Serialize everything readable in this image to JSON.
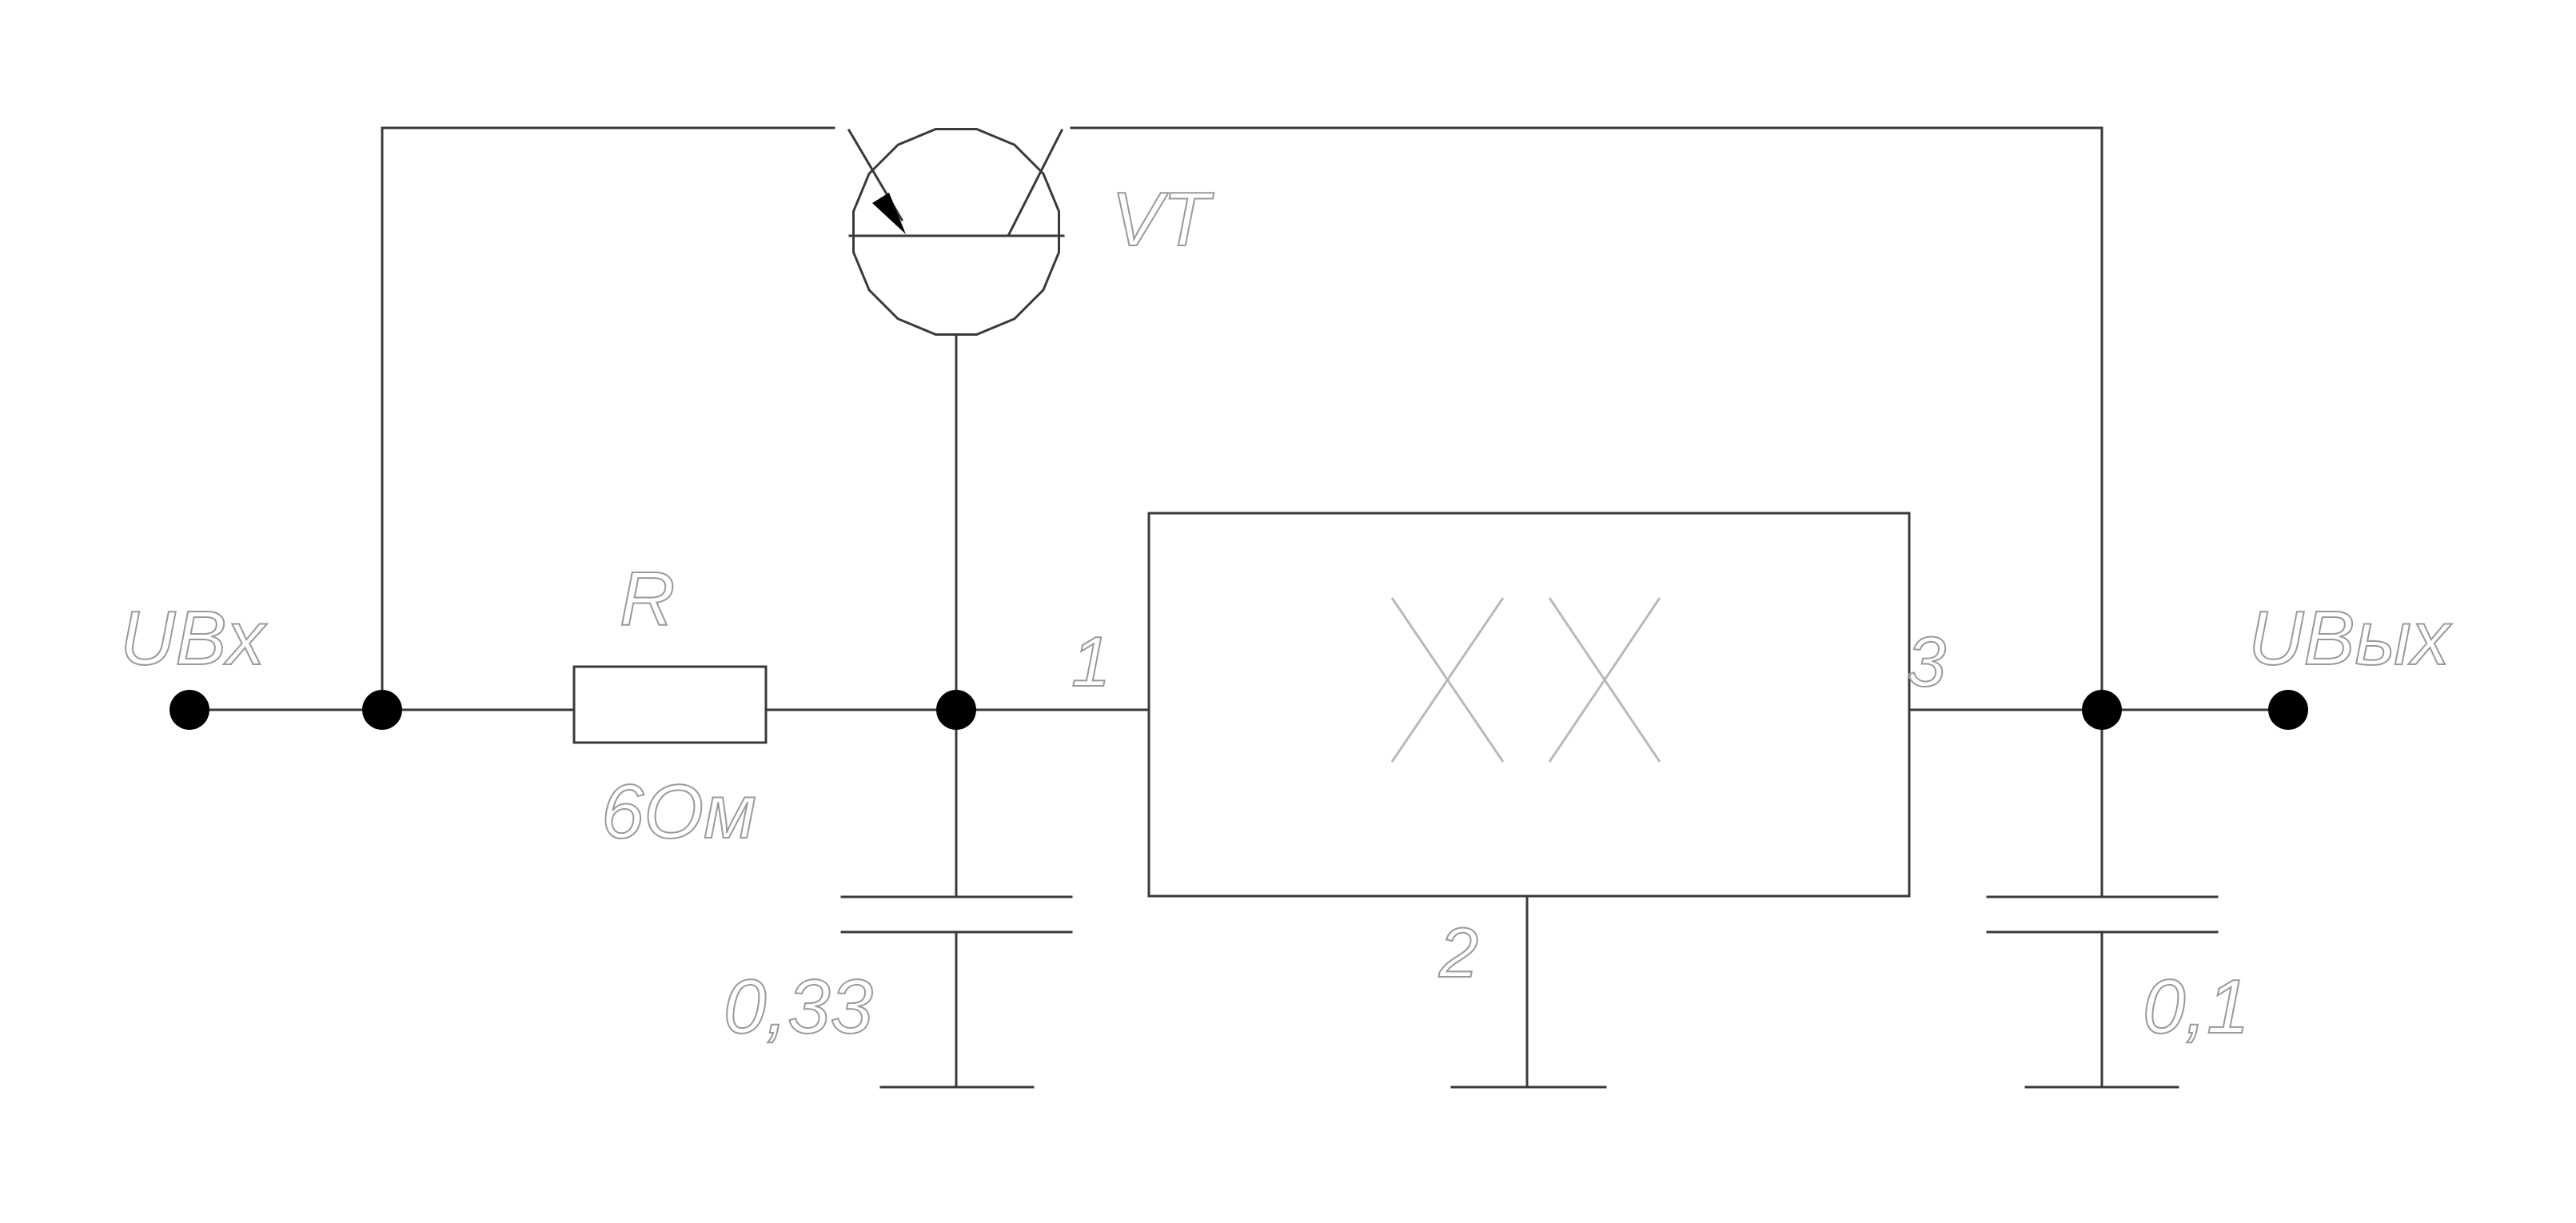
{
  "labels": {
    "input_voltage": "UBx",
    "output_voltage": "UBыx",
    "resistor_name": "R",
    "resistor_value": "6Ом",
    "transistor_name": "VT",
    "regulator_name": "XX",
    "pin_1": "1",
    "pin_2": "2",
    "pin_3": "3",
    "input_capacitor_value": "0,33",
    "output_capacitor_value": "0,1"
  },
  "colors": {
    "wire": "#3a3a3a",
    "label": "#9a9a9a",
    "node": "#000000",
    "background": "#ffffff"
  }
}
